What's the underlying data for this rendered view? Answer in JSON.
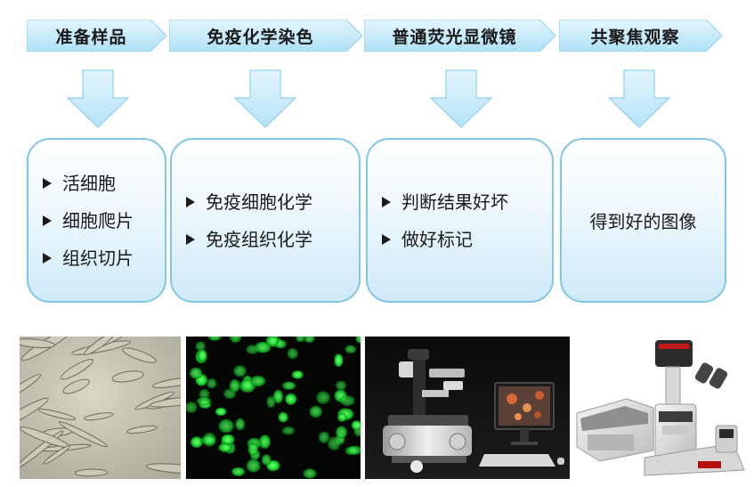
{
  "steps": [
    {
      "header": "准备样品",
      "items": [
        "活细胞",
        "细胞爬片",
        "组织切片"
      ]
    },
    {
      "header": "免疫化学染色",
      "items": [
        "免疫细胞化学",
        "免疫组织化学"
      ]
    },
    {
      "header": "普通荧光显微镜",
      "items": [
        "判断结果好坏",
        "做好标记"
      ]
    },
    {
      "header": "共聚焦观察",
      "text": "得到好的图像"
    }
  ],
  "photos": [
    {
      "name": "live-cells-photo"
    },
    {
      "name": "fluorescent-cells-photo"
    },
    {
      "name": "fluorescence-microscope-photo"
    },
    {
      "name": "confocal-microscope-photo"
    }
  ],
  "colors": {
    "chevron_fill": "#c7ecfb",
    "arrow_fill": "#c4eafb",
    "box_border": "#7fc6e8",
    "fluorescence": "#22e83a"
  }
}
